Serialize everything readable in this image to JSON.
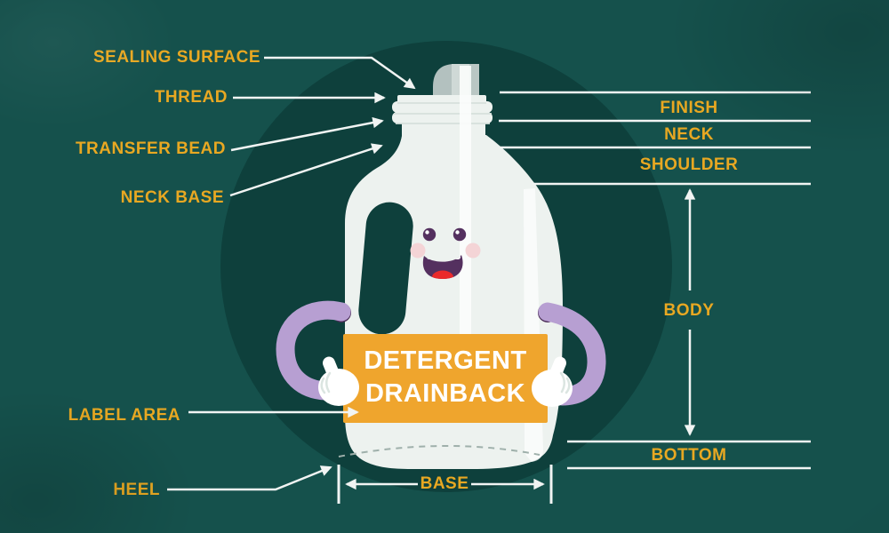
{
  "diagram": {
    "subject": "detergent bottle anatomy",
    "sign": {
      "line1": "DETERGENT",
      "line2": "DRAINBACK"
    },
    "callouts": {
      "left": [
        {
          "id": "sealing-surface",
          "label": "SEALING SURFACE"
        },
        {
          "id": "thread",
          "label": "THREAD"
        },
        {
          "id": "transfer-bead",
          "label": "TRANSFER BEAD"
        },
        {
          "id": "neck-base",
          "label": "NECK BASE"
        },
        {
          "id": "label-area",
          "label": "LABEL AREA"
        },
        {
          "id": "heel",
          "label": "HEEL"
        }
      ],
      "right": [
        {
          "id": "finish",
          "label": "FINISH"
        },
        {
          "id": "neck",
          "label": "NECK"
        },
        {
          "id": "shoulder",
          "label": "SHOULDER"
        },
        {
          "id": "body",
          "label": "BODY"
        },
        {
          "id": "bottom",
          "label": "BOTTOM"
        },
        {
          "id": "base",
          "label": "BASE"
        }
      ]
    }
  },
  "colors": {
    "background": "#15514c",
    "shadow_circle": "#0e403c",
    "bottle": "#edf2ef",
    "bottle_highlight": "#fbfdfc",
    "thread_shadow": "#d6e0dc",
    "spout_dark": "#b3c1bf",
    "spout_light": "#cfd9d6",
    "spout_mid": "#bac7c4",
    "sign": "#efa52d",
    "sign_text": "#ffffff",
    "label": "#e8a822",
    "line": "#f1f4f3",
    "dash": "#9fb0ab",
    "arm": "#b79fd2",
    "joint": "#4a2d57",
    "face": "#54305f",
    "cheek": "#f4d4d6",
    "tongue": "#ea2a2b"
  }
}
